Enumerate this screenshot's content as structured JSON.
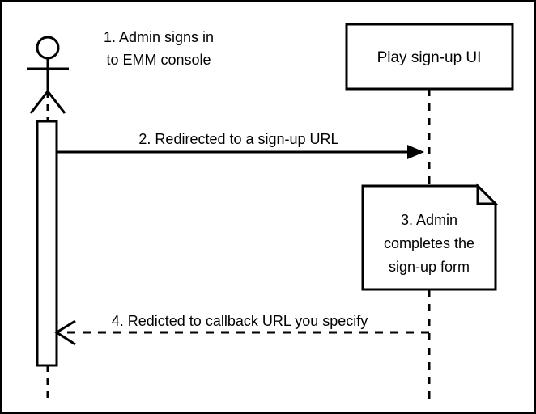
{
  "diagram": {
    "type": "uml-sequence-diagram",
    "frame_color": "#000000",
    "background_color": "#ffffff",
    "line_color": "#000000",
    "note_fold_color": "#f0f0f0",
    "actor": {
      "name": "admin-actor",
      "caption_line1": "1. Admin signs in",
      "caption_line2": "to EMM console"
    },
    "participant": {
      "label": "Play sign-up UI"
    },
    "messages": [
      {
        "id": "message-2",
        "label": "2. Redirected to a sign-up URL",
        "style": "solid",
        "arrowhead": "filled",
        "direction": "left-to-right"
      },
      {
        "id": "message-4",
        "label": "4. Redicted to callback URL you specify",
        "style": "dashed",
        "arrowhead": "open",
        "direction": "right-to-left"
      }
    ],
    "note": {
      "line1": "3. Admin",
      "line2": "completes the",
      "line3": "sign-up form"
    }
  }
}
